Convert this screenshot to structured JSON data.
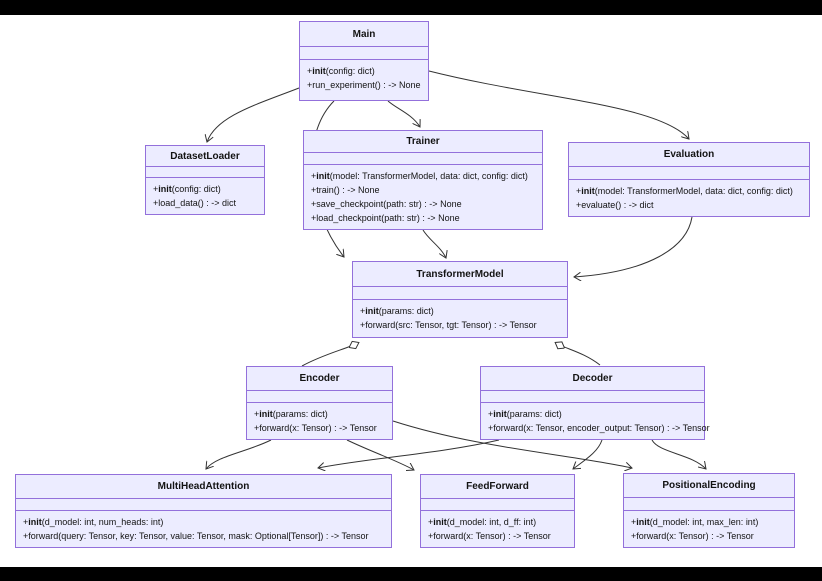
{
  "diagram": {
    "type": "uml-class-diagram",
    "classes": [
      {
        "id": "Main",
        "name": "Main",
        "attributes": [],
        "methods": [
          "+init(config: dict)",
          "+run_experiment() : -> None"
        ]
      },
      {
        "id": "DatasetLoader",
        "name": "DatasetLoader",
        "attributes": [],
        "methods": [
          "+init(config: dict)",
          "+load_data() : -> dict"
        ]
      },
      {
        "id": "Trainer",
        "name": "Trainer",
        "attributes": [],
        "methods": [
          "+init(model: TransformerModel, data: dict, config: dict)",
          "+train() : -> None",
          "+save_checkpoint(path: str) : -> None",
          "+load_checkpoint(path: str) : -> None"
        ]
      },
      {
        "id": "Evaluation",
        "name": "Evaluation",
        "attributes": [],
        "methods": [
          "+init(model: TransformerModel, data: dict, config: dict)",
          "+evaluate() : -> dict"
        ]
      },
      {
        "id": "TransformerModel",
        "name": "TransformerModel",
        "attributes": [],
        "methods": [
          "+init(params: dict)",
          "+forward(src: Tensor, tgt: Tensor) : -> Tensor"
        ]
      },
      {
        "id": "Encoder",
        "name": "Encoder",
        "attributes": [],
        "methods": [
          "+init(params: dict)",
          "+forward(x: Tensor) : -> Tensor"
        ]
      },
      {
        "id": "Decoder",
        "name": "Decoder",
        "attributes": [],
        "methods": [
          "+init(params: dict)",
          "+forward(x: Tensor, encoder_output: Tensor) : -> Tensor"
        ]
      },
      {
        "id": "MultiHeadAttention",
        "name": "MultiHeadAttention",
        "attributes": [],
        "methods": [
          "+init(d_model: int, num_heads: int)",
          "+forward(query: Tensor, key: Tensor, value: Tensor, mask: Optional[Tensor]) : -> Tensor"
        ]
      },
      {
        "id": "FeedForward",
        "name": "FeedForward",
        "attributes": [],
        "methods": [
          "+init(d_model: int, d_ff: int)",
          "+forward(x: Tensor) : -> Tensor"
        ]
      },
      {
        "id": "PositionalEncoding",
        "name": "PositionalEncoding",
        "attributes": [],
        "methods": [
          "+init(d_model: int, max_len: int)",
          "+forward(x: Tensor) : -> Tensor"
        ]
      }
    ],
    "relationships": [
      {
        "from": "Main",
        "to": "DatasetLoader",
        "type": "arrow"
      },
      {
        "from": "Main",
        "to": "Trainer",
        "type": "arrow"
      },
      {
        "from": "Main",
        "to": "Evaluation",
        "type": "arrow"
      },
      {
        "from": "Main",
        "to": "TransformerModel",
        "type": "arrow"
      },
      {
        "from": "Trainer",
        "to": "TransformerModel",
        "type": "arrow"
      },
      {
        "from": "Evaluation",
        "to": "TransformerModel",
        "type": "arrow"
      },
      {
        "from": "TransformerModel",
        "to": "Encoder",
        "type": "aggregation"
      },
      {
        "from": "TransformerModel",
        "to": "Decoder",
        "type": "aggregation"
      },
      {
        "from": "Encoder",
        "to": "MultiHeadAttention",
        "type": "arrow"
      },
      {
        "from": "Encoder",
        "to": "FeedForward",
        "type": "arrow"
      },
      {
        "from": "Encoder",
        "to": "PositionalEncoding",
        "type": "arrow"
      },
      {
        "from": "Decoder",
        "to": "MultiHeadAttention",
        "type": "arrow"
      },
      {
        "from": "Decoder",
        "to": "FeedForward",
        "type": "arrow"
      },
      {
        "from": "Decoder",
        "to": "PositionalEncoding",
        "type": "arrow"
      }
    ],
    "colors": {
      "box_fill": "#ECECFF",
      "box_border": "#9370DB",
      "edge": "#333333",
      "text": "#131313",
      "canvas": "#ffffff",
      "letterbox": "#000000"
    }
  }
}
